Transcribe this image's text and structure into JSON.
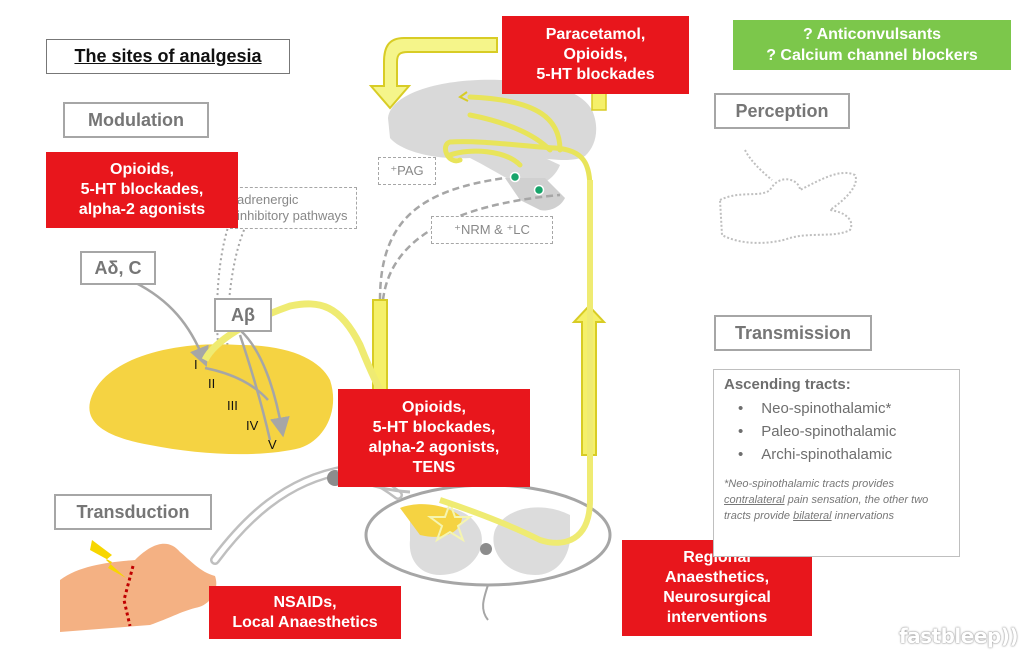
{
  "title": "The sites of analgesia",
  "stages": {
    "modulation": "Modulation",
    "perception": "Perception",
    "transmission": "Transmission",
    "transduction": "Transduction"
  },
  "fibres": {
    "a_delta_c": "Aδ, C",
    "a_beta": "Aβ"
  },
  "laminae": [
    "I",
    "II",
    "III",
    "IV",
    "V"
  ],
  "dashed_labels": {
    "pathways_line1": "adrenergic",
    "pathways_line2": "inhibitory pathways",
    "pag": "⁺PAG",
    "nrm_lc": "⁺NRM & ⁺LC"
  },
  "drug_boxes": {
    "brain": [
      "Paracetamol,",
      "Opioids,",
      "5-HT blockades"
    ],
    "modulation": [
      "Opioids,",
      "5-HT blockades,",
      "alpha-2 agonists"
    ],
    "spinal": [
      "Opioids,",
      "5-HT blockades,",
      "alpha-2 agonists,",
      "TENS"
    ],
    "regional": [
      "Regional",
      "Anaesthetics,",
      "Neurosurgical",
      "interventions"
    ],
    "peripheral": [
      "NSAIDs,",
      "Local Anaesthetics"
    ],
    "perception_question": [
      "? Anticonvulsants",
      "? Calcium channel blockers"
    ]
  },
  "tracts": {
    "heading": "Ascending tracts:",
    "items": [
      "Neo-spinothalamic*",
      "Paleo-spinothalamic",
      "Archi-spinothalamic"
    ],
    "note_prefix": "*Neo-spinothalamic tracts provides ",
    "note_contra": "contralateral",
    "note_middle": " pain sensation, the other two tracts provide ",
    "note_bilateral": "bilateral",
    "note_suffix": " innervations"
  },
  "logo": "fastbleep))",
  "colors": {
    "red": "#e8161c",
    "green": "#7cc74b",
    "yellow": "#f5d342",
    "highlight": "#f4f58a",
    "gray": "#d9d9d9",
    "skin": "#f4b183"
  }
}
